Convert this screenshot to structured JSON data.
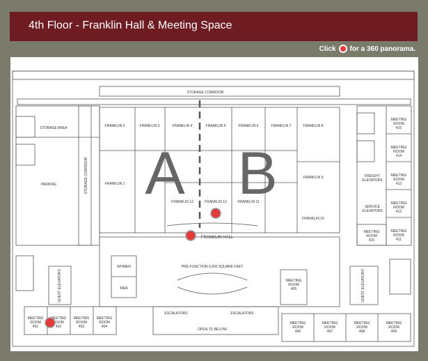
{
  "header": {
    "title": "4th Floor - Franklin Hall & Meeting Space"
  },
  "hint": {
    "prefix": "Click",
    "suffix": "for a 360 panorama."
  },
  "plan": {
    "storage_corridor_top": "STORAGE CORRIDOR",
    "storage_corridor_side": "STORAGE CORRIDOR",
    "storage_area": "STORAGE AREA",
    "parking": "PARKING",
    "section_a": "A",
    "section_b": "B",
    "franklin": {
      "f1": "FRANKLIN 1",
      "f2": "FRANKLIN 2",
      "f3": "FRANKLIN 3",
      "f4": "FRANKLIN 4",
      "f5": "FRANKLIN 5",
      "f6": "FRANKLIN 6",
      "f7": "FRANKLIN 7",
      "f8": "FRANKLIN 8",
      "f9": "FRANKLIN 9",
      "f10": "FRANKLIN 10",
      "f11": "FRANKLIN 11",
      "f12": "FRANKLIN 12",
      "f13": "FRANKLIN 13"
    },
    "franklin_hall": "FRANKLIN HALL",
    "prefunction": "PRE-FUNCTION 6,000 SQUARE FEET",
    "women": "WOMEN",
    "men": "MEN",
    "guest_elevators": "GUEST ELEVATORS",
    "escalators": "ESCALATORS",
    "open_below": "OPEN TO BELOW",
    "freight_elevators": [
      "FREIGHT",
      "ELEVATORS"
    ],
    "service_elevators": [
      "SERVICE",
      "ELEVATORS"
    ],
    "mr": {
      "word": "MEETING",
      "room": "ROOM"
    },
    "rooms": {
      "r401": "401",
      "r402": "402",
      "r403": "403",
      "r404": "404",
      "r405": "405",
      "r406": "406",
      "r407": "407",
      "r408": "408",
      "r409": "409",
      "r410": "410",
      "r411": "411",
      "r412": "412",
      "r413": "413",
      "r414": "414",
      "r415": "415"
    }
  },
  "colors": {
    "header": "#6e1b22",
    "background": "#7b7b6b",
    "hotspot": "#e53a3a"
  }
}
